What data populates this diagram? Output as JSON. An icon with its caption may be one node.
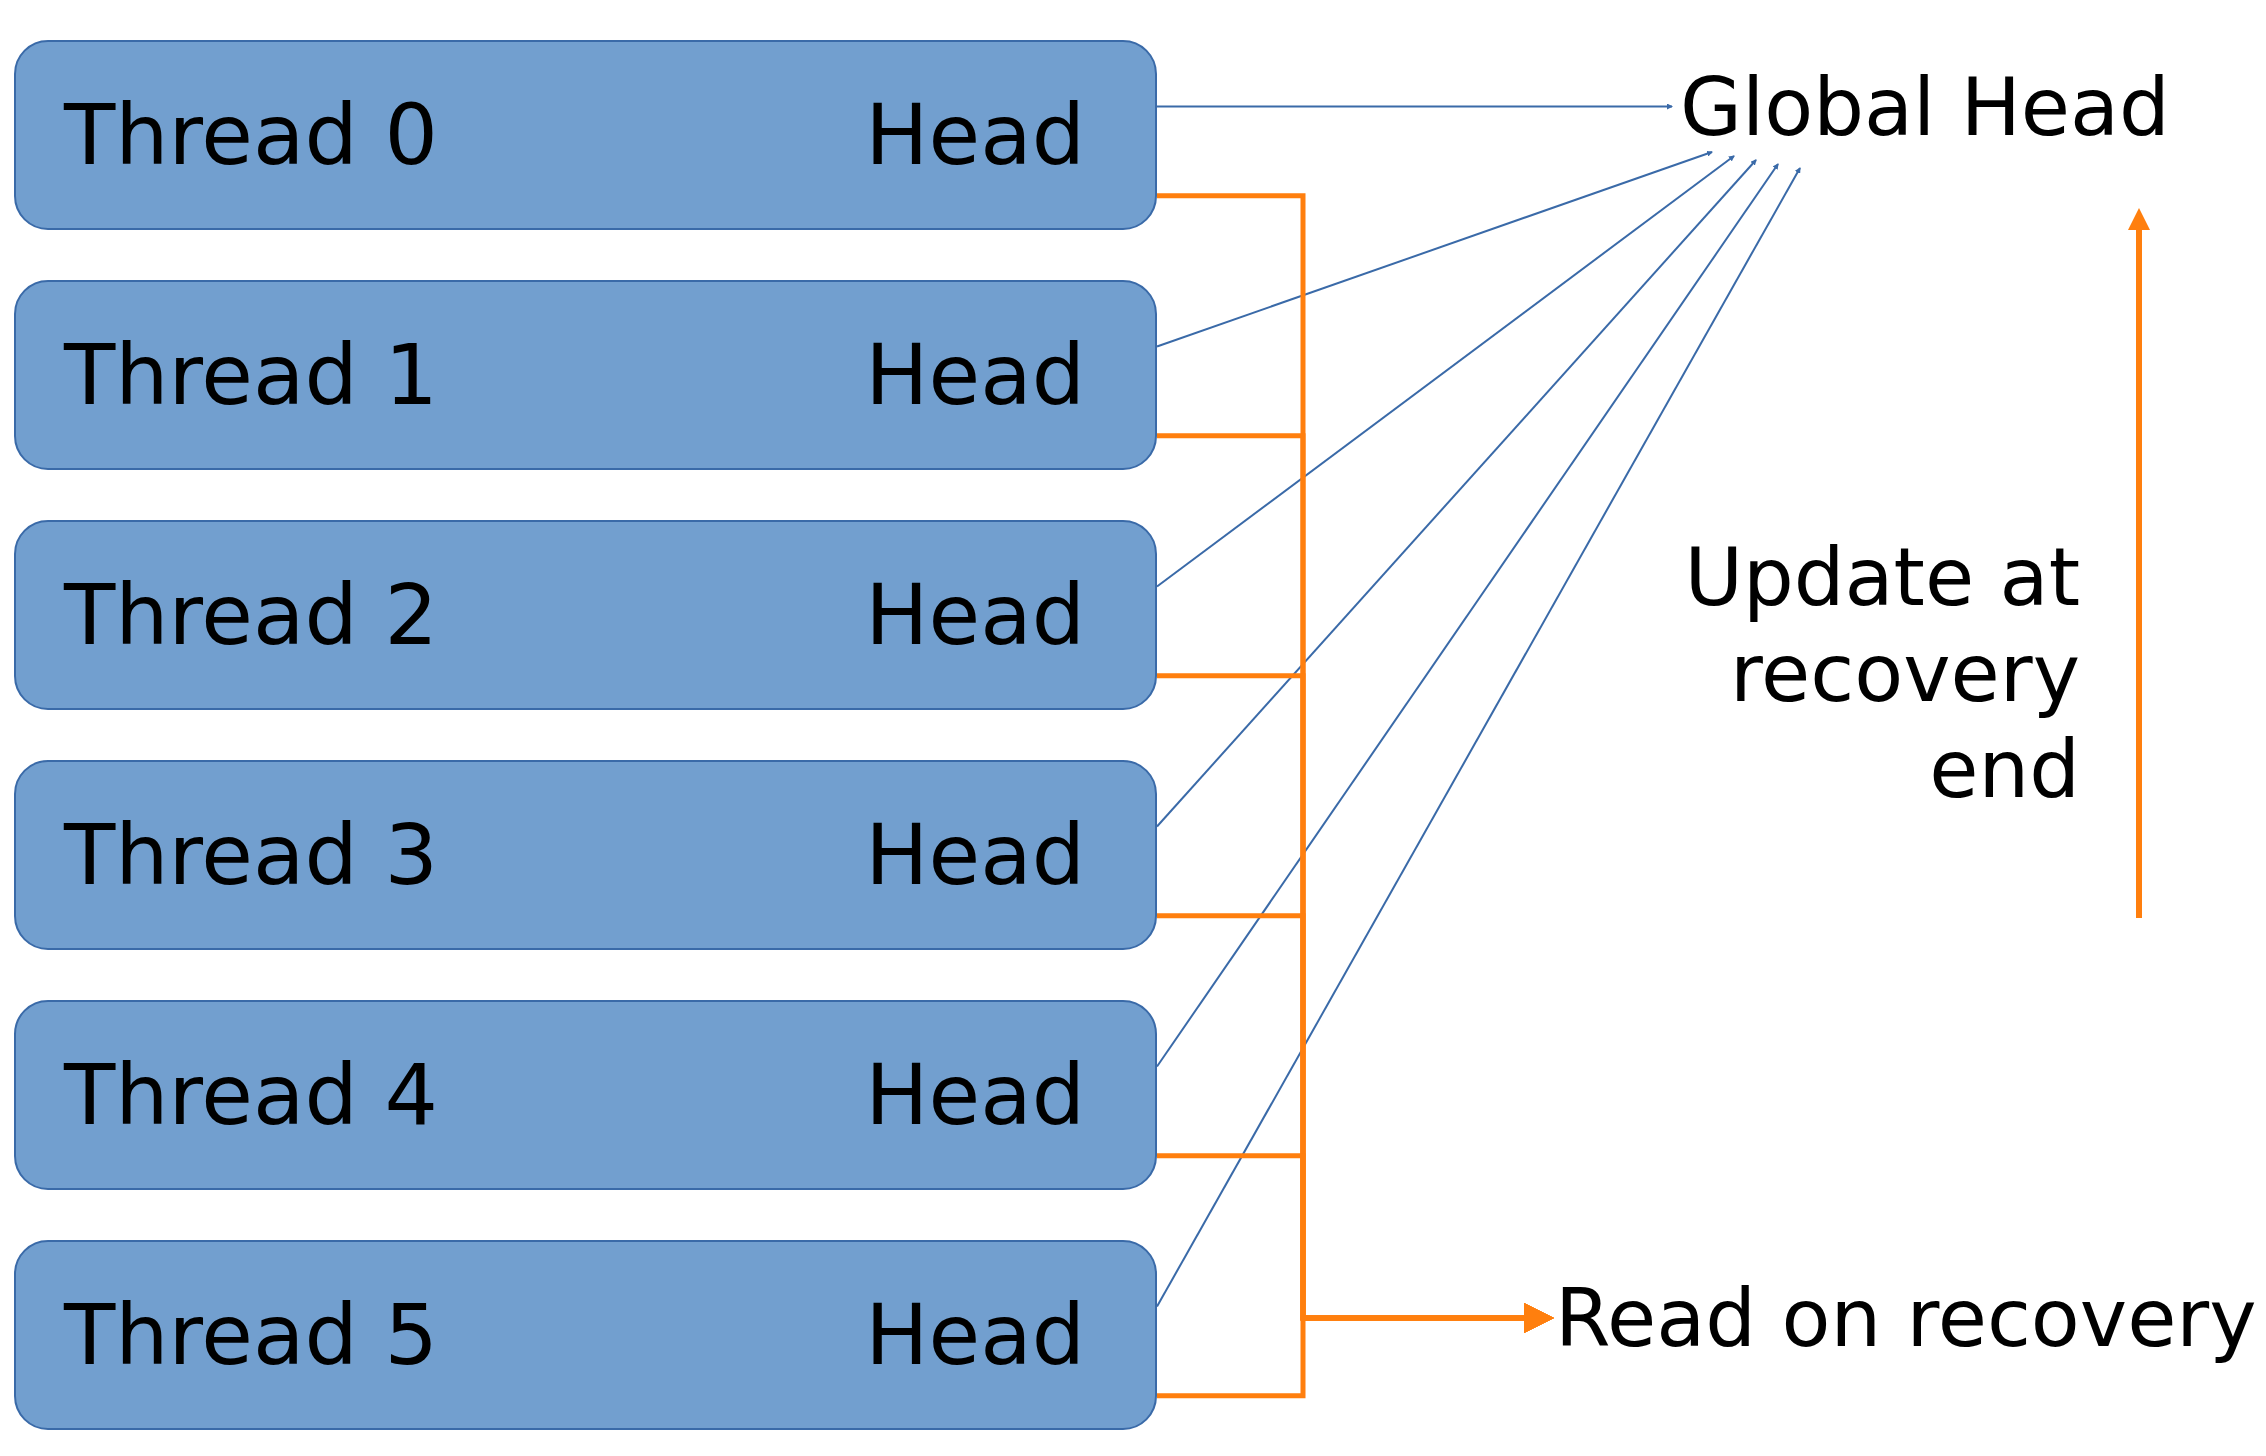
{
  "diagram": {
    "nodes": [
      {
        "text": [
          "Thread 0",
          "Head"
        ]
      },
      {
        "text": [
          "Thread 1",
          "Head"
        ]
      },
      {
        "text": [
          "Thread 2",
          "Head"
        ]
      },
      {
        "text": [
          "Thread 3",
          "Head"
        ]
      },
      {
        "text": [
          "Thread 4",
          "Head"
        ]
      },
      {
        "text": [
          "Thread 5",
          "Head"
        ]
      },
      {
        "text": [
          "Global Head"
        ]
      },
      {
        "text": [
          "Read on recovery"
        ]
      }
    ],
    "edges": [
      {
        "from": 0,
        "to": 6,
        "arrow": "to"
      },
      {
        "from": 1,
        "to": 6,
        "arrow": "to"
      },
      {
        "from": 2,
        "to": 6,
        "arrow": "to"
      },
      {
        "from": 3,
        "to": 6,
        "arrow": "to"
      },
      {
        "from": 4,
        "to": 6,
        "arrow": "to"
      },
      {
        "from": 5,
        "to": 6,
        "arrow": "to"
      },
      {
        "from": 0,
        "to": 7,
        "arrow": "to",
        "color": "#ff7f0e"
      },
      {
        "from": 1,
        "to": 7,
        "arrow": "to",
        "color": "#ff7f0e"
      },
      {
        "from": 2,
        "to": 7,
        "arrow": "to",
        "color": "#ff7f0e"
      },
      {
        "from": 3,
        "to": 7,
        "arrow": "to",
        "color": "#ff7f0e"
      },
      {
        "from": 4,
        "to": 7,
        "arrow": "to",
        "color": "#ff7f0e"
      },
      {
        "from": 5,
        "to": 7,
        "arrow": "to",
        "color": "#ff7f0e"
      }
    ],
    "labels": [
      "Update at recovery end"
    ]
  }
}
